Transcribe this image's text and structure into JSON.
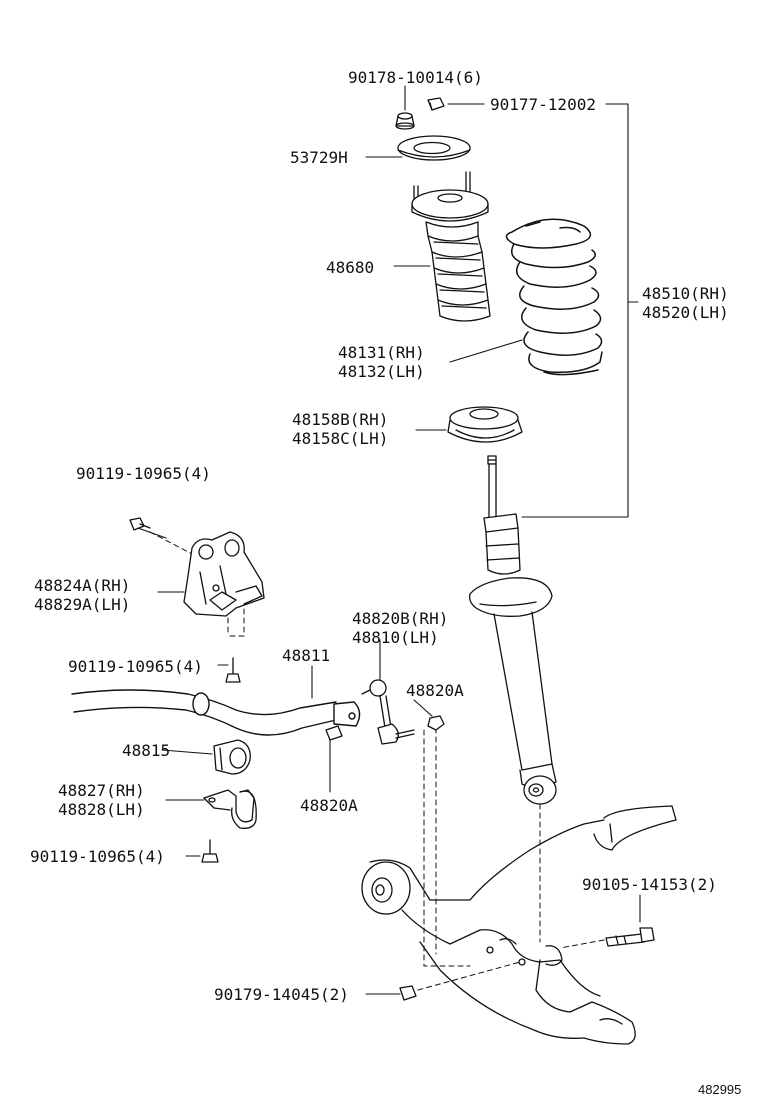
{
  "callouts": {
    "nut_90178": "90178-10014(6)",
    "nut_90177": "90177-12002",
    "part_53729": "53729H",
    "bumper_48680": "48680",
    "spring_rh": "48131(RH)",
    "spring_lh": "48132(LH)",
    "absorber_rh": "48510(RH)",
    "absorber_lh": "48520(LH)",
    "seat_rh": "48158B(RH)",
    "seat_lh": "48158C(LH)",
    "bolt_top": "90119-10965(4)",
    "bracket_rh": "48824A(RH)",
    "bracket_lh": "48829A(LH)",
    "link_rh": "48820B(RH)",
    "link_lh": "48810(LH)",
    "bolt_mid": "90119-10965(4)",
    "stabilizer_bar": "48811",
    "link_nut_right": "48820A",
    "bushing": "48815",
    "link_nut_lower": "48820A",
    "clamp_rh": "48827(RH)",
    "clamp_lh": "48828(LH)",
    "bolt_low": "90119-10965(4)",
    "bolt_arm": "90105-14153(2)",
    "nut_arm": "90179-14045(2)"
  },
  "figure_number": "482995"
}
